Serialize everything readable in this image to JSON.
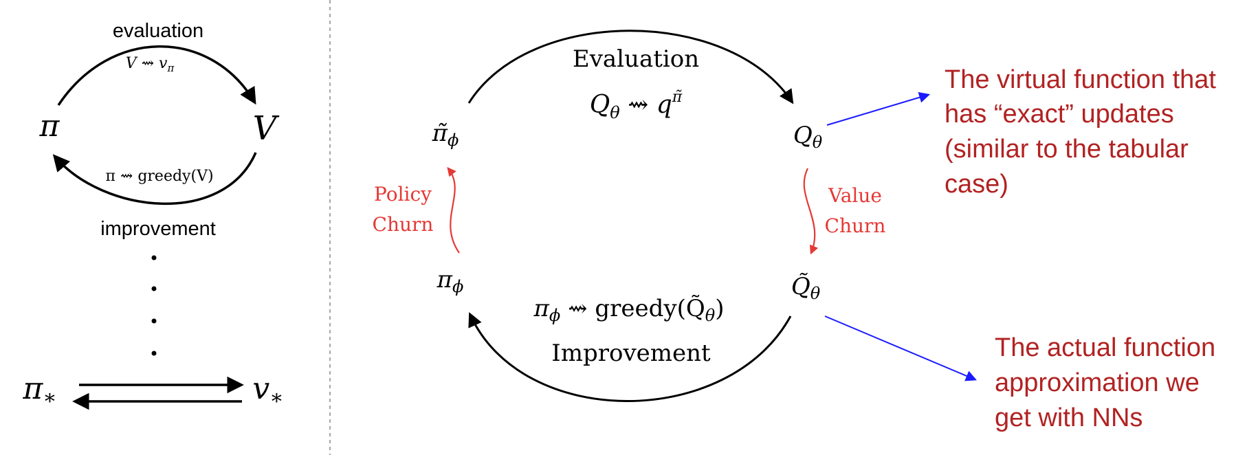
{
  "left_diagram": {
    "evaluation_label": "evaluation",
    "evaluation_formula": "V ⇝ v",
    "evaluation_formula_sub": "π",
    "pi_node": "π",
    "v_node": "V",
    "improvement_formula": "π ⇝ greedy(V)",
    "improvement_label": "improvement",
    "pi_star": "π",
    "pi_star_sub": "∗",
    "v_star": "v",
    "v_star_sub": "∗"
  },
  "right_diagram": {
    "evaluation_label": "Evaluation",
    "evaluation_formula": "Q",
    "evaluation_formula_sub": "θ",
    "evaluation_formula_mid": " ⇝ q",
    "evaluation_formula_sup": "π̃",
    "pi_tilde": "π̃",
    "pi_tilde_sub": "ϕ",
    "q_theta": "Q",
    "q_theta_sub": "θ",
    "policy_churn_line1": "Policy",
    "policy_churn_line2": "Churn",
    "value_churn_line1": "Value",
    "value_churn_line2": "Churn",
    "pi_phi": "π",
    "pi_phi_sub": "ϕ",
    "q_tilde": "Q̃",
    "q_tilde_sub": "θ",
    "improvement_formula_a": "π",
    "improvement_formula_a_sub": "ϕ",
    "improvement_formula_b": " ⇝ greedy(Q̃",
    "improvement_formula_b_sub": "θ",
    "improvement_formula_c": ")",
    "improvement_label": "Improvement"
  },
  "annotations": {
    "top": [
      "The virtual function that",
      "has “exact” updates",
      "(similar to the tabular",
      "case)"
    ],
    "bottom": [
      "The actual function",
      "approximation we",
      "get with NNs"
    ]
  },
  "colors": {
    "annotation_text": "#b22222",
    "churn_text": "#e53935",
    "pointer_arrow": "#1a1aff",
    "divider": "#888888"
  }
}
